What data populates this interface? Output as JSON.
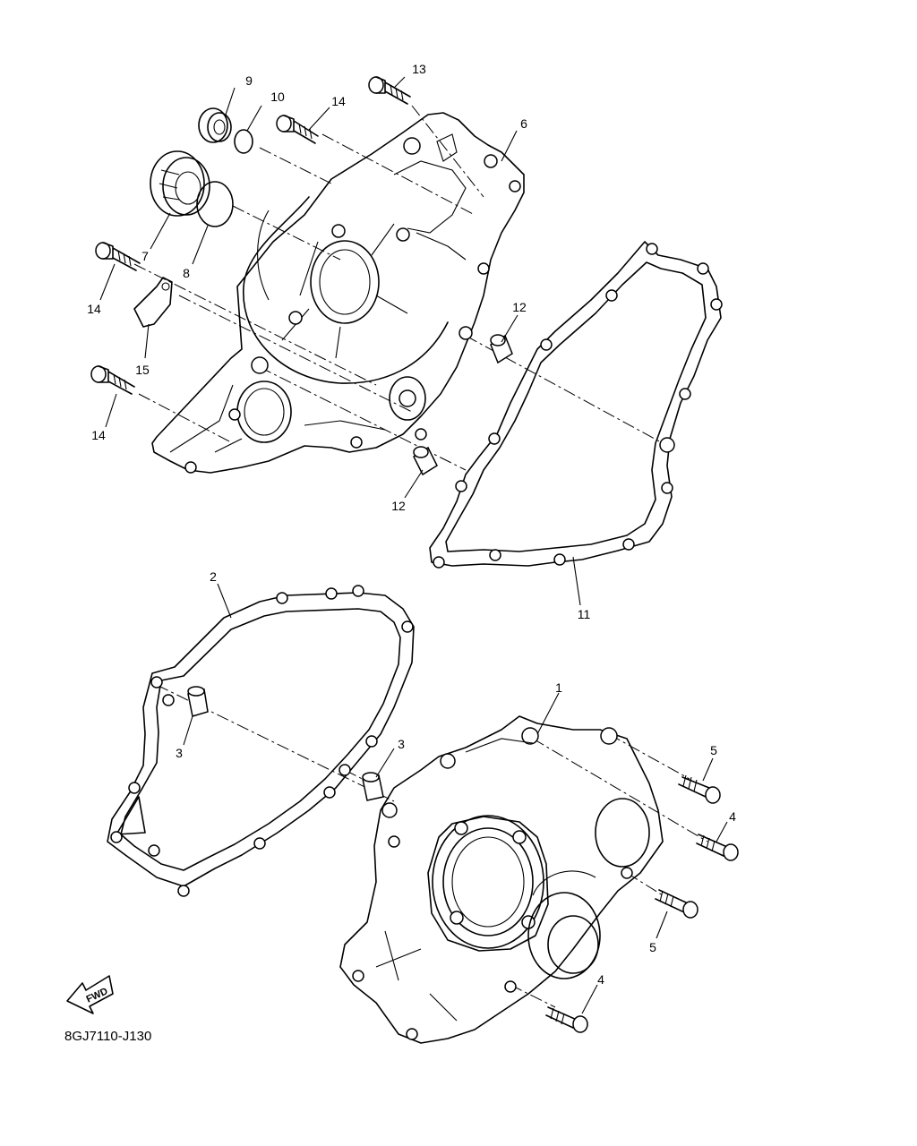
{
  "diagram_code": "8GJ7110-J130",
  "fwd_label": "FWD",
  "callouts": {
    "c1": "1",
    "c2": "2",
    "c3a": "3",
    "c3b": "3",
    "c4a": "4",
    "c4b": "4",
    "c5a": "5",
    "c5b": "5",
    "c6": "6",
    "c7": "7",
    "c8": "8",
    "c9": "9",
    "c10": "10",
    "c11": "11",
    "c12a": "12",
    "c12b": "12",
    "c13": "13",
    "c14a": "14",
    "c14b": "14",
    "c14c": "14",
    "c15": "15"
  }
}
